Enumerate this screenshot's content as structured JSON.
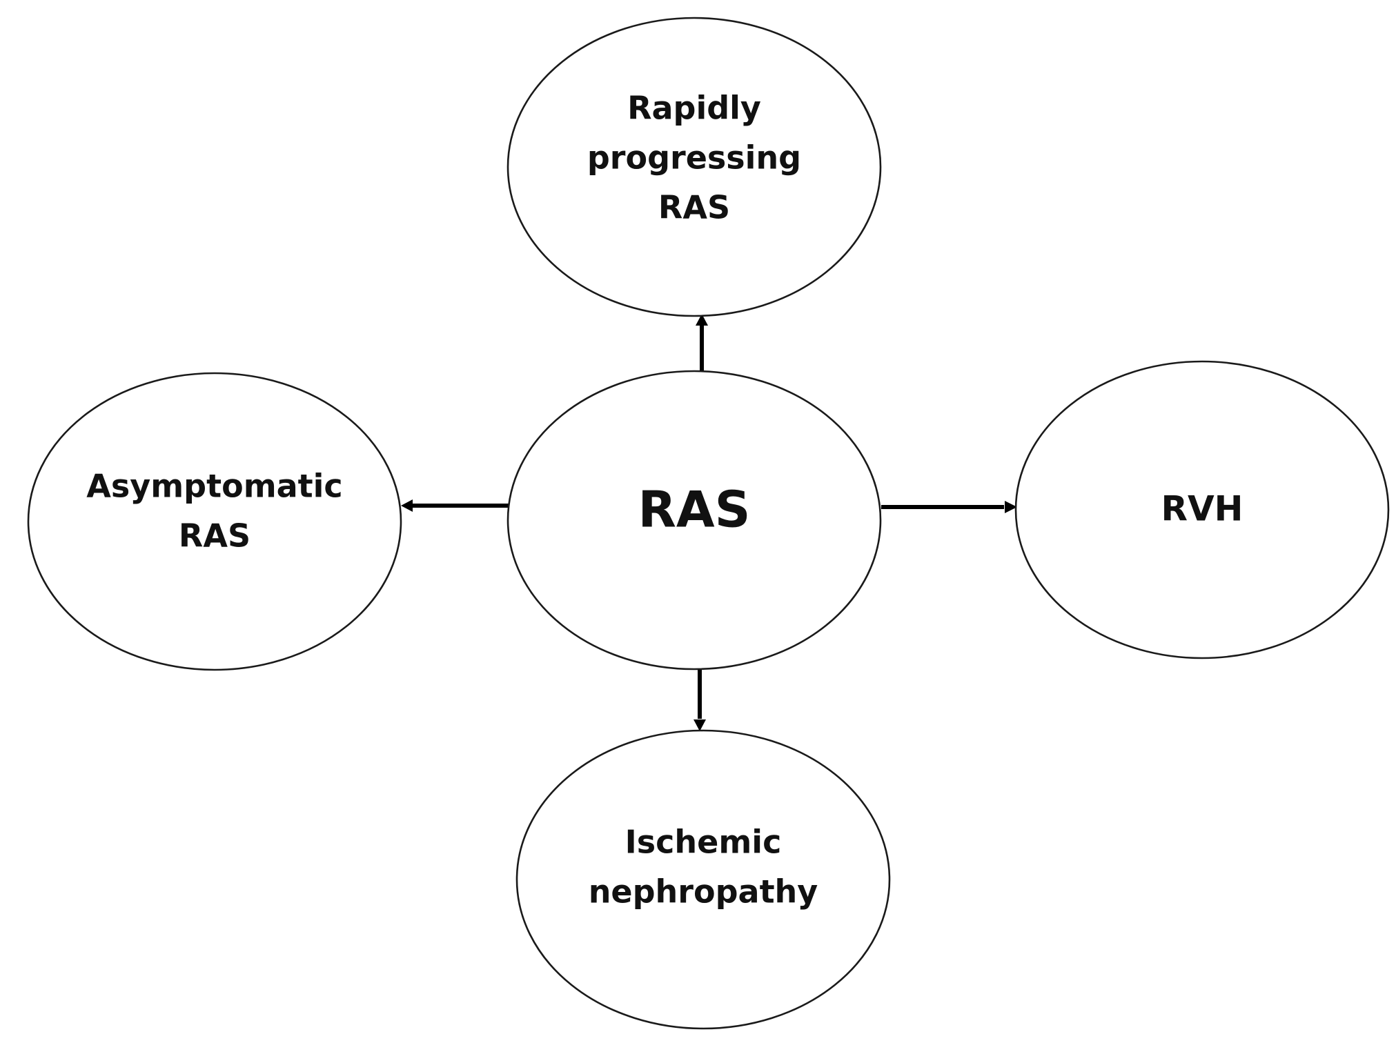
{
  "diagram": {
    "center": {
      "label": "RAS"
    },
    "top": {
      "lines": [
        "Rapidly",
        "progressing",
        "RAS"
      ]
    },
    "left": {
      "lines": [
        "Asymptomatic",
        "RAS"
      ]
    },
    "right": {
      "lines": [
        "RVH"
      ]
    },
    "bottom": {
      "lines": [
        "Ischemic",
        "nephropathy"
      ]
    }
  },
  "colors": {
    "line": "#000000",
    "text": "#111111",
    "fill": "#ffffff"
  }
}
